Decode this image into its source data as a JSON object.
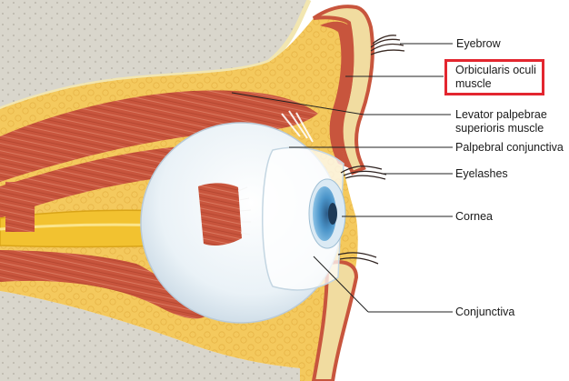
{
  "labels": {
    "eyebrow": "Eyebrow",
    "orbicularis_line1": "Orbicularis oculi",
    "orbicularis_line2": "muscle",
    "levator_line1": "Levator palpebrae",
    "levator_line2": "superioris muscle",
    "palpebral": "Palpebral conjunctiva",
    "eyelashes": "Eyelashes",
    "cornea": "Cornea",
    "conjunctiva": "Conjunctiva"
  },
  "highlight": {
    "target": "Orbicularis oculi muscle",
    "color": "#e3262f"
  },
  "colors": {
    "bone": "#dcdad2",
    "fat": "#f4c95d",
    "muscle": "#c8553d",
    "nerve": "#f2c230",
    "eyeball": "#eef4f8",
    "iris": "#4a94c9"
  }
}
